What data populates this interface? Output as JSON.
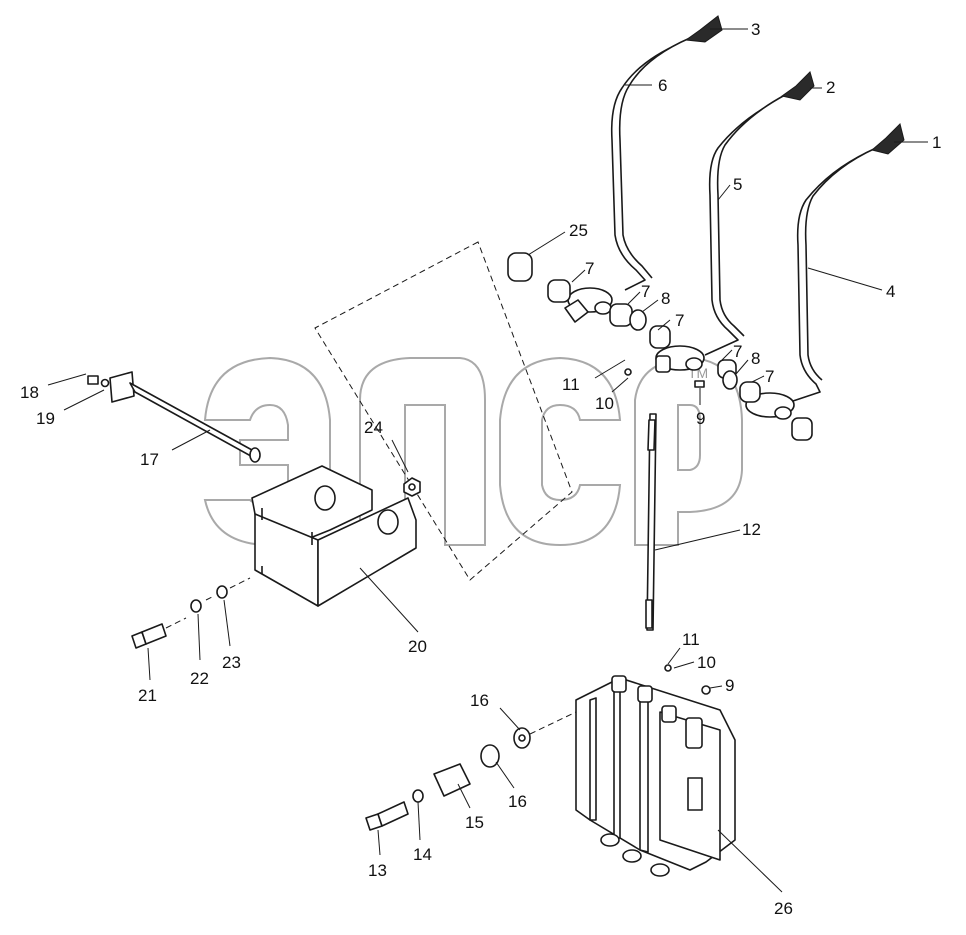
{
  "diagram": {
    "watermark": {
      "letters": [
        "э",
        "л",
        "с",
        "р"
      ],
      "tm": "TM"
    },
    "callouts": {
      "c1": "1",
      "c2": "2",
      "c3": "3",
      "c4": "4",
      "c5": "5",
      "c6": "6",
      "c7a": "7",
      "c7b": "7",
      "c7c": "7",
      "c7d": "7",
      "c7e": "7",
      "c8a": "8",
      "c8b": "8",
      "c9a": "9",
      "c9b": "9",
      "c10a": "10",
      "c10b": "10",
      "c11a": "11",
      "c11b": "11",
      "c12": "12",
      "c13": "13",
      "c14": "14",
      "c15": "15",
      "c16a": "16",
      "c16b": "16",
      "c17": "17",
      "c18": "18",
      "c19": "19",
      "c20": "20",
      "c21": "21",
      "c22": "22",
      "c23": "23",
      "c24": "24",
      "c25": "25",
      "c26": "26"
    }
  }
}
